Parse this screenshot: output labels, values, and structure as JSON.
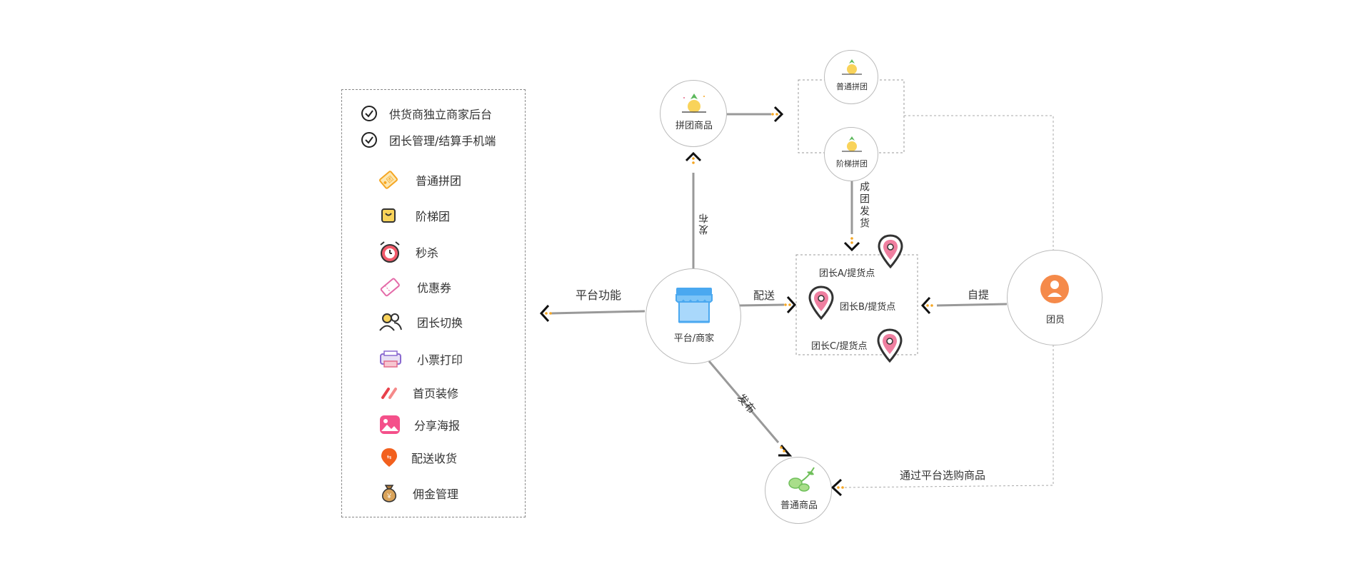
{
  "legend": {
    "checks": [
      "供货商独立商家后台",
      "团长管理/结算手机端"
    ],
    "features": [
      {
        "label": "普通拼团",
        "icon": "tag-icon"
      },
      {
        "label": "阶梯团",
        "icon": "shopping-bag-icon"
      },
      {
        "label": "秒杀",
        "icon": "alarm-clock-icon"
      },
      {
        "label": "优惠券",
        "icon": "coupon-icon"
      },
      {
        "label": "团长切换",
        "icon": "users-icon"
      },
      {
        "label": "小票打印",
        "icon": "printer-icon"
      },
      {
        "label": "首页装修",
        "icon": "brush-icon"
      },
      {
        "label": "分享海报",
        "icon": "image-icon"
      },
      {
        "label": "配送收货",
        "icon": "delivery-pin-icon"
      },
      {
        "label": "佣金管理",
        "icon": "money-bag-icon"
      }
    ]
  },
  "nodes": {
    "platform": "平台/商家",
    "group_goods": "拼团商品",
    "normal_group": "普通拼团",
    "ladder_group": "阶梯拼团",
    "normal_goods": "普通商品",
    "member": "团员"
  },
  "pickup": {
    "a": "团长A/提货点",
    "b": "团长B/提货点",
    "c": "团长C/提货点"
  },
  "edges": {
    "platform_features": "平台功能",
    "publish_up": "发布",
    "publish_down": "发布",
    "deliver": "配送",
    "group_ship": "成团发货",
    "self_pickup": "自提",
    "buy_via_platform": "通过平台选购商品"
  },
  "colors": {
    "accent_orange": "#f5a623",
    "line_gray": "#999999",
    "pin_pink": "#ef7fa0",
    "store_blue": "#4aa8f0",
    "member_orange": "#f58a4a"
  }
}
